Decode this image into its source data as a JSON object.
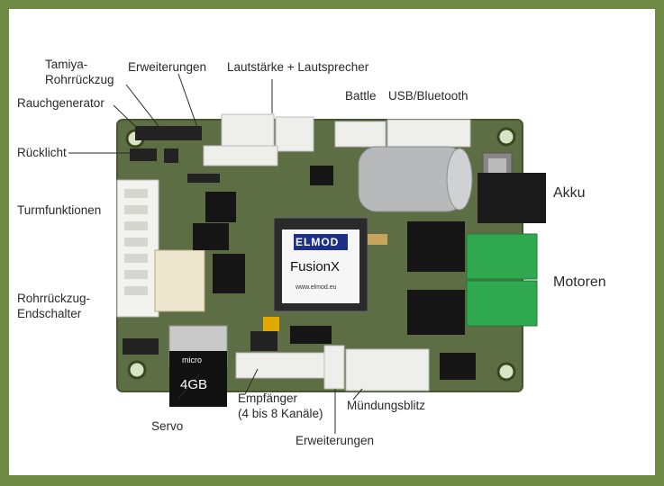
{
  "labels": {
    "tamiya": "Tamiya-",
    "rohrrueckzug": "Rohrrückzug",
    "erweiterungen_top": "Erweiterungen",
    "lautstaerke": "Lautstärke + Lautsprecher",
    "rauchgenerator": "Rauchgenerator",
    "battle": "Battle",
    "usb": "USB/Bluetooth",
    "ruecklicht": "Rücklicht",
    "akku": "Akku",
    "turmfunktionen": "Turmfunktionen",
    "motoren": "Motoren",
    "endschalter_1": "Rohrrückzug-",
    "endschalter_2": "Endschalter",
    "empfaenger_1": "Empfänger",
    "empfaenger_2": "(4 bis 8 Kanäle)",
    "muendungsblitz": "Mündungsblitz",
    "servo": "Servo",
    "erweiterungen_bottom": "Erweiterungen"
  },
  "chip": {
    "brand": "ELMOD",
    "model": "FusionX",
    "url": "www.elmod.eu"
  },
  "sdcard": {
    "brand": "micro",
    "capacity": "4GB"
  },
  "colors": {
    "frame": "#6f8a44",
    "pcb": "#5d6e45",
    "terminal": "#2fa84f",
    "connector": "#eeeeea"
  }
}
